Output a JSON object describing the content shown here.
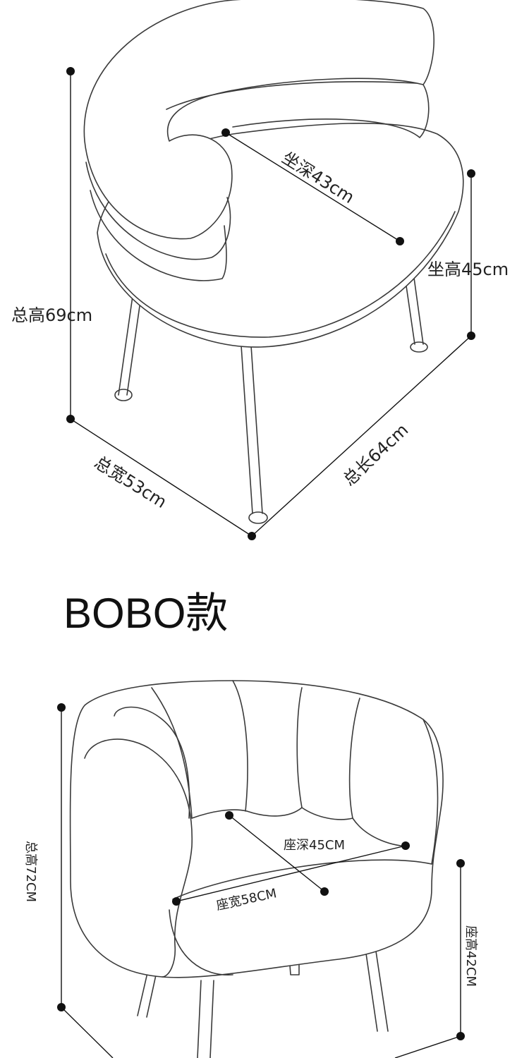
{
  "chair1": {
    "seat_depth": "坐深43cm",
    "seat_height": "坐高45cm",
    "total_height": "总高69cm",
    "total_width": "总宽53cm",
    "total_length": "总长64cm"
  },
  "model_title": "BOBO款",
  "chair2": {
    "total_height": "总高72CM",
    "seat_depth": "座深45CM",
    "seat_width": "座宽58CM",
    "seat_height": "座高42CM"
  }
}
